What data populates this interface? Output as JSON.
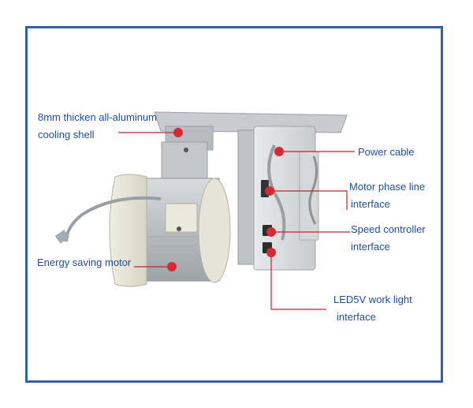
{
  "colors": {
    "frame": "#2f62a8",
    "label_text": "#1f4fa0",
    "marker": "#d32a36",
    "leader_line": "#c0262f"
  },
  "callouts": {
    "cooling_shell": {
      "line1": "8mm thicken all-aluminum",
      "line2": "cooling shell"
    },
    "power_cable": {
      "line1": "Power cable"
    },
    "motor_phase": {
      "line1": "Motor phase line",
      "line2": "interface"
    },
    "speed_controller": {
      "line1": "Speed controller",
      "line2": "interface"
    },
    "energy_motor": {
      "line1": "Energy saving motor"
    },
    "led_interface": {
      "line1": "LED5V work light",
      "line2": "interface"
    }
  }
}
